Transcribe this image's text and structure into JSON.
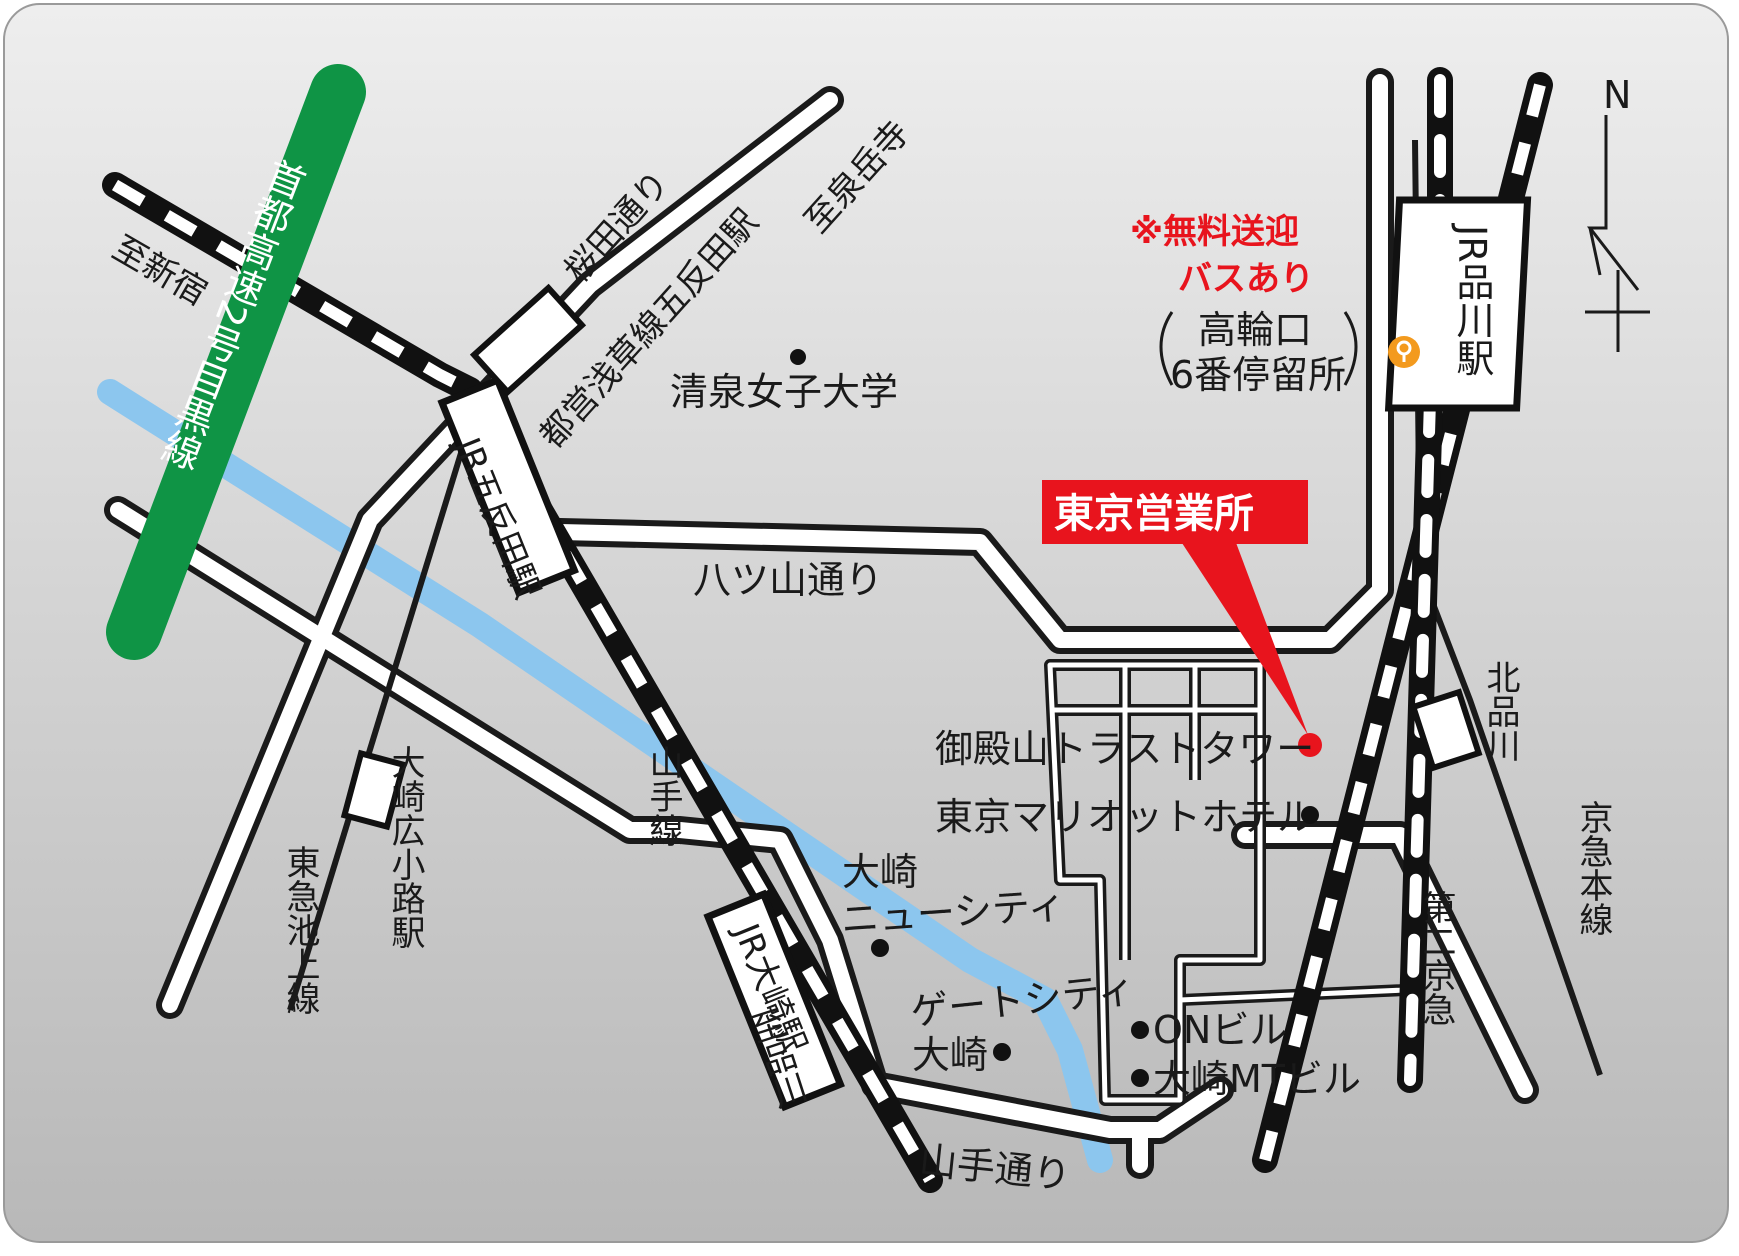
{
  "north_label": "N",
  "expressway": "首都高速2号目黒線",
  "stations": {
    "gotanda": "JR五反田駅",
    "osaki": "JR大崎駅",
    "shinagawa": "JR品川駅",
    "toei_gotanda": "都営浅草線五反田駅",
    "osaki_hirokoji": "大崎広小路駅",
    "kita_shinagawa": "北品川"
  },
  "lines": {
    "yamanote": "山手線",
    "tokyu_ikegami": "東急池上線",
    "keikyu": "京急本線",
    "daini_keihin": "第二京急"
  },
  "roads": {
    "sakurada": "桜田通り",
    "yatsuyama": "八ツ山通り",
    "yamate": "山手通り"
  },
  "directions": {
    "shinjuku": "至新宿",
    "sengakuji": "至泉岳寺",
    "shinagawa": "至品川"
  },
  "bus": {
    "line1": "※無料送迎",
    "line2": "バスあり",
    "stop1": "高輪口",
    "stop2": "6番停留所"
  },
  "office": "東京営業所",
  "landmarks": {
    "seisen": "清泉女子大学",
    "trust_tower": "御殿山トラストタワー",
    "marriott": "東京マリオットホテル",
    "newcity1": "大崎",
    "newcity2": "ニューシティ",
    "gatecity1": "ゲートシティ",
    "gatecity2": "大崎",
    "on_bldg": "ONビル",
    "mt_bldg": "大崎MTビル"
  },
  "colors": {
    "office_red": "#e8141d",
    "expressway_green": "#0f9445",
    "river_blue": "#8cc6ee",
    "bus_stop_orange": "#f39a1e"
  }
}
